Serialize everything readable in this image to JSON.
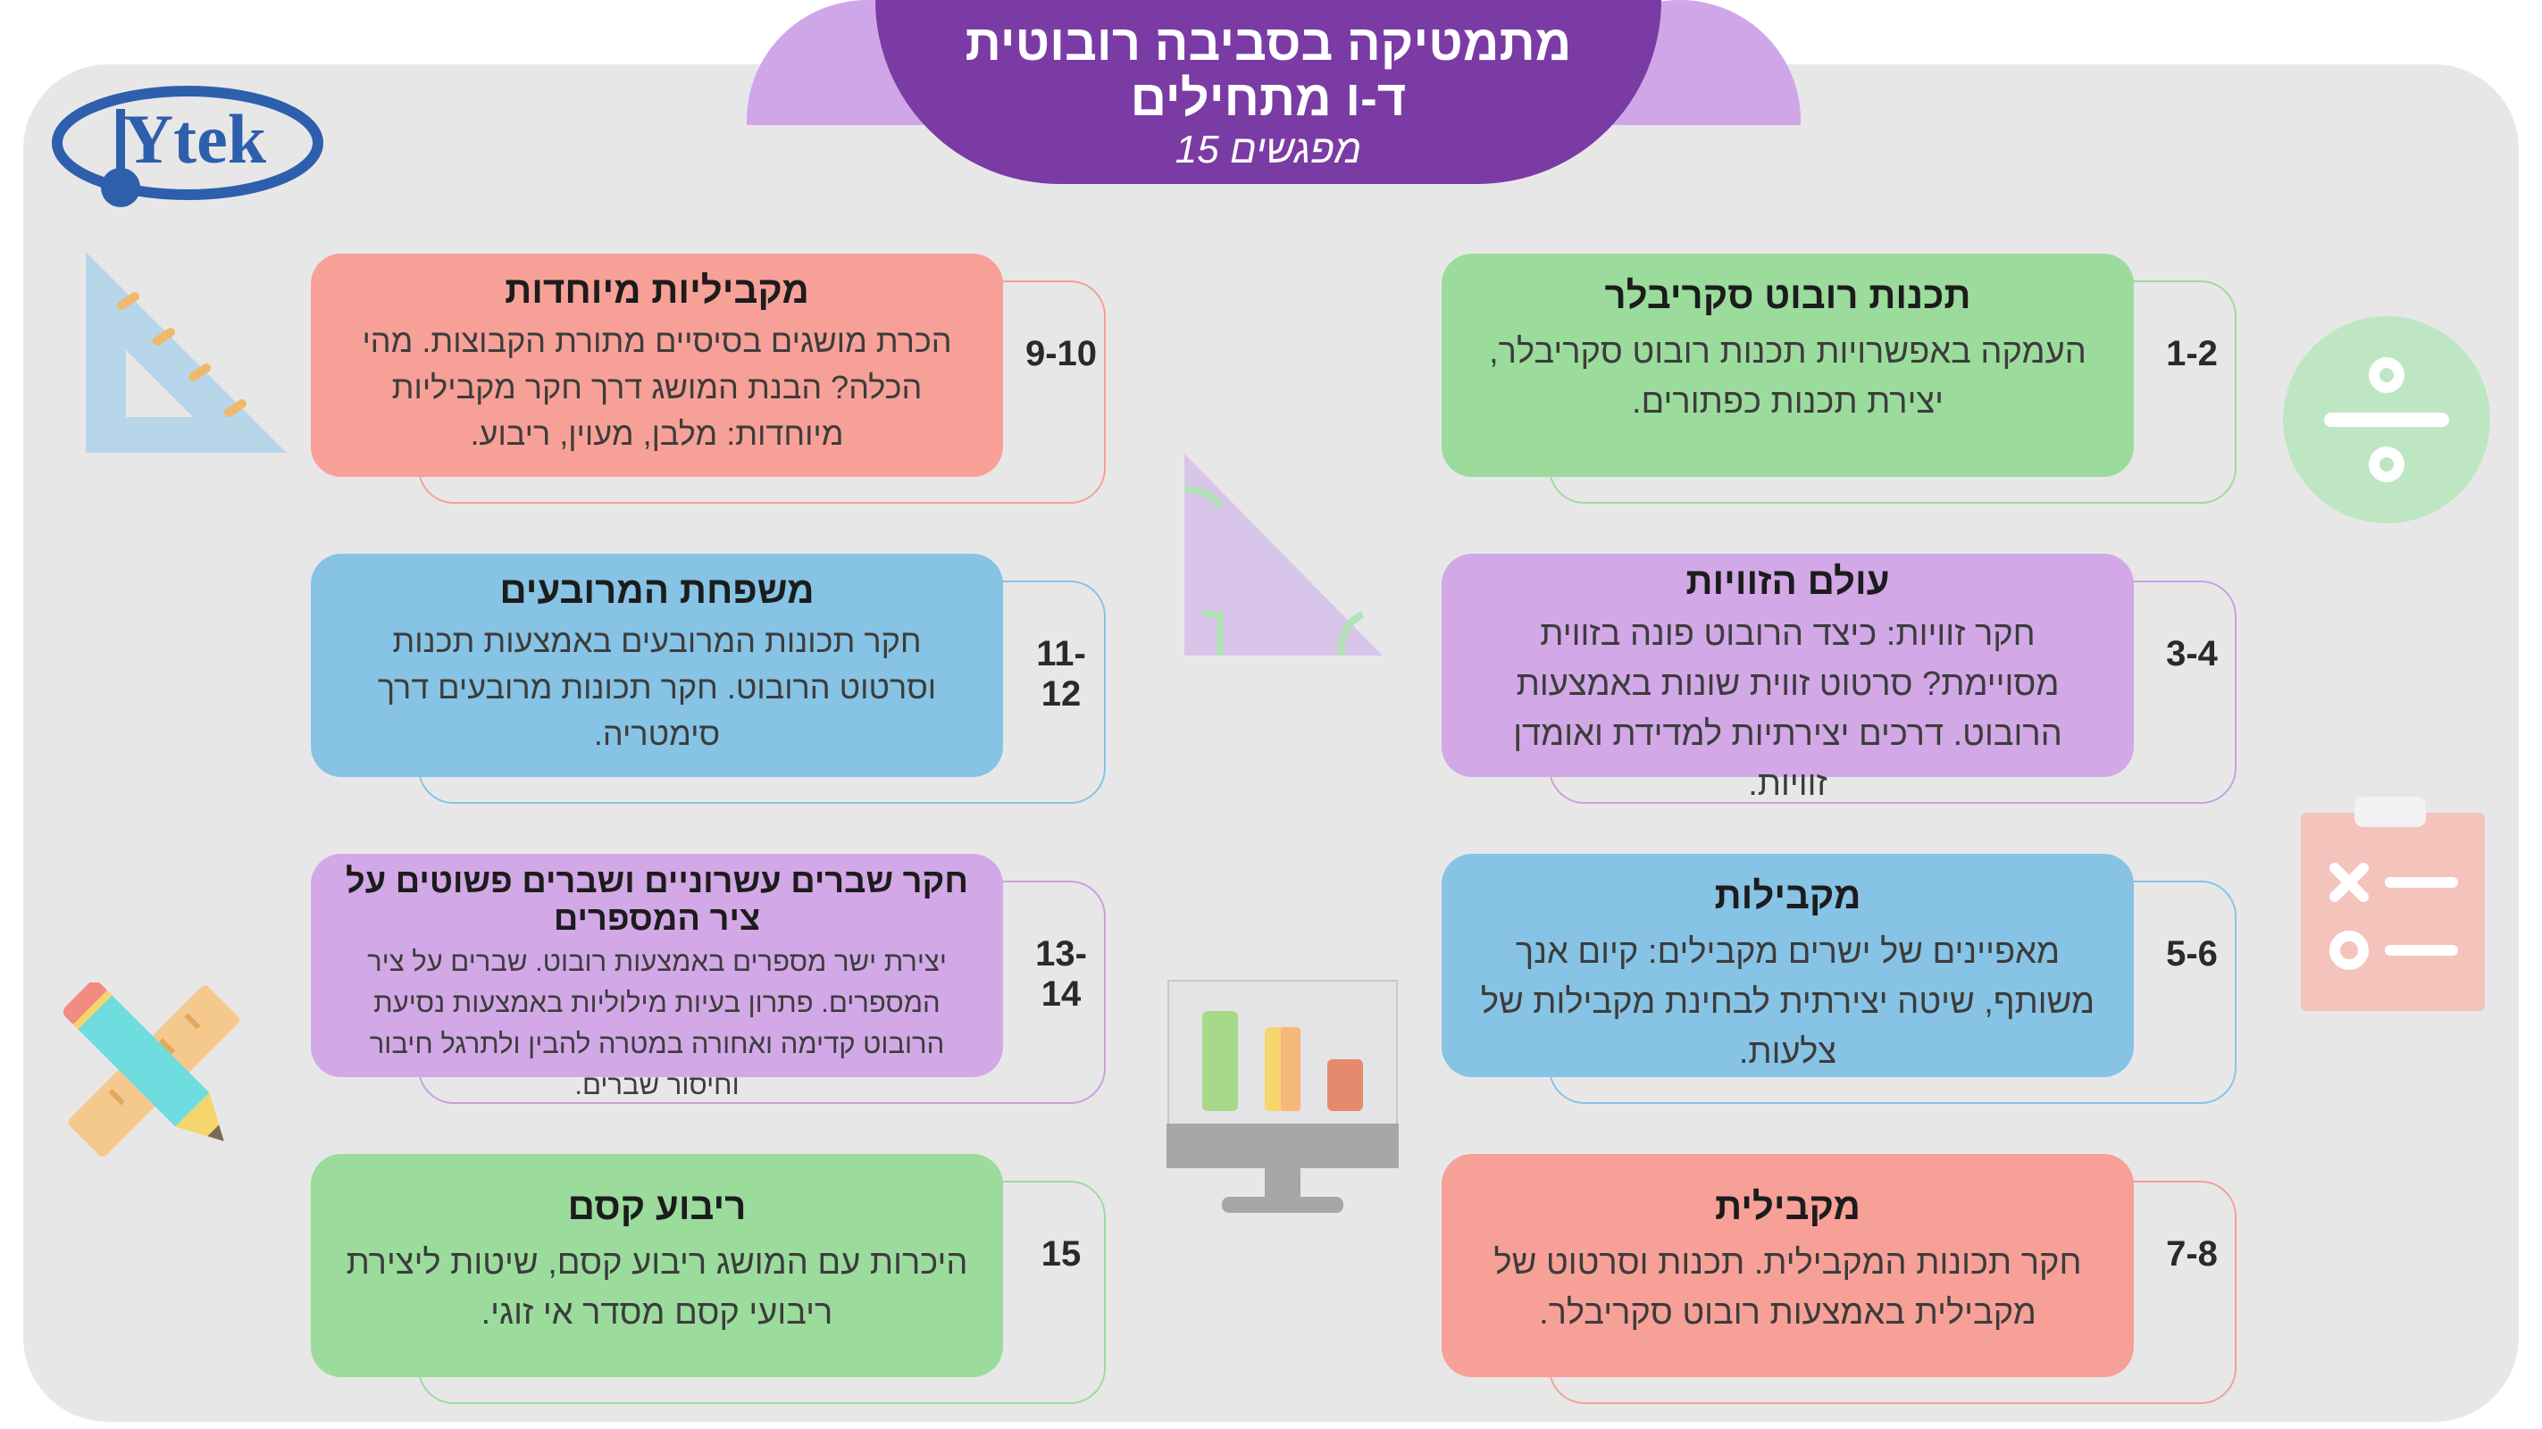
{
  "header": {
    "line1": "מתמטיקה בסביבה רובוטית",
    "line2": "ד-ו מתחילים",
    "line3": "15 מפגשים"
  },
  "logo": {
    "text": "Ytek",
    "icon": "ytek-logo"
  },
  "colors": {
    "banner": "#7a3ba5",
    "banner_ears": "#cfa7e8",
    "green": "#9bdc9d",
    "purple": "#d2a8e6",
    "blue": "#86c3e4",
    "red": "#f7a097",
    "background": "#e8e7e8"
  },
  "lessons_right": [
    {
      "num": "1-2",
      "title": "תכנות רובוט סקריבלר",
      "body": "העמקה באפשרויות תכנות רובוט סקריבלר, יצירת תכנות כפתורים."
    },
    {
      "num": "3-4",
      "title": "עולם הזוויות",
      "body": "חקר זוויות: כיצד הרובוט פונה בזווית מסויימת? סרטוט זווית שונות באמצעות הרובוט. דרכים יצירתיות למדידת ואומדן זוויות."
    },
    {
      "num": "5-6",
      "title": "מקבילות",
      "body": "מאפיינים של ישרים מקבילים: קיום אנך משותף, שיטה יצירתית לבחינת מקבילות של צלעות."
    },
    {
      "num": "7-8",
      "title": "מקבילית",
      "body": "חקר תכונות המקבילית. תכנות וסרטוט של מקבילית באמצעות רובוט סקריבלר."
    }
  ],
  "lessons_left": [
    {
      "num": "9-10",
      "title": "מקביליות מיוחדות",
      "body": "הכרת מושגים בסיסיים מתורת הקבוצות. מהי הכלה? הבנת המושג דרך חקר מקביליות מיוחדות: מלבן, מעוין, ריבוע."
    },
    {
      "num": "11-12",
      "title": "משפחת המרובעים",
      "body": "חקר תכונות המרובעים באמצעות תכנות וסרטוט הרובוט. חקר תכונות מרובעים דרך סימטריה."
    },
    {
      "num": "13-14",
      "title": "חקר שברים עשרוניים ושברים פשוטים על ציר המספרים",
      "body": "יצירת ישר מספרים באמצעות רובוט. שברים על ציר המספרים. פתרון בעיות מילוליות באמצעות נסיעת הרובוט קדימה ואחורה במטרה להבין ולתרגל חיבור וחיסור שברים."
    },
    {
      "num": "15",
      "title": "ריבוע קסם",
      "body": "היכרות עם המושג ריבוע קסם, שיטות ליצירת ריבועי קסם מסדר אי זוגי."
    }
  ]
}
